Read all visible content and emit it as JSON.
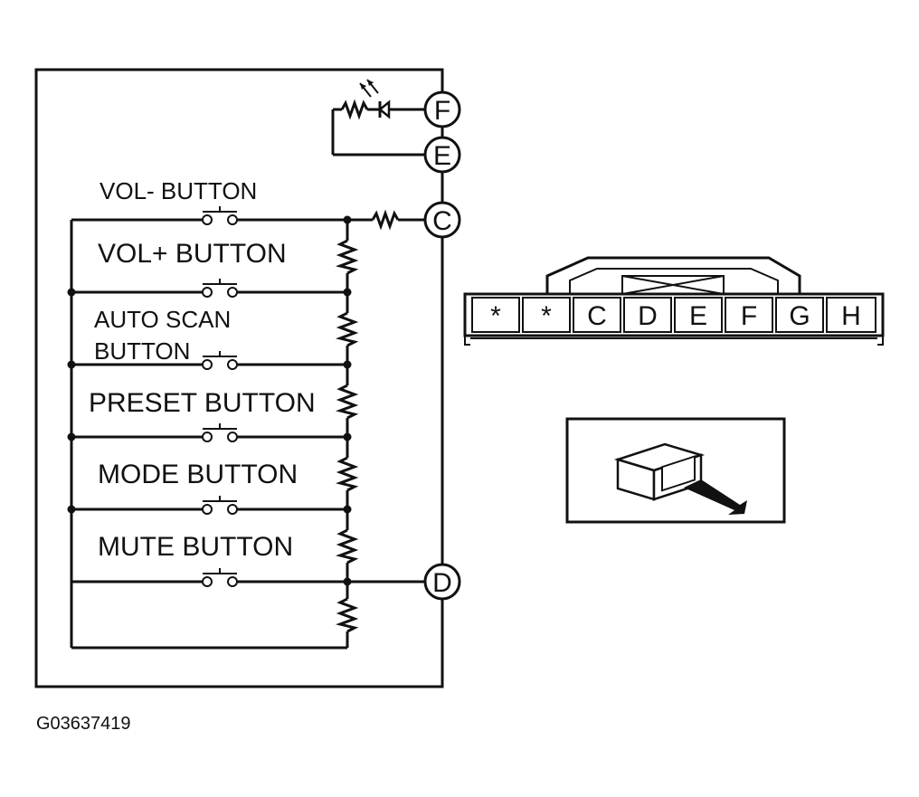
{
  "buttons": {
    "vol_minus": "VOL- BUTTON",
    "vol_plus": "VOL+ BUTTON",
    "auto_scan_line1": "AUTO SCAN",
    "auto_scan_line2": "BUTTON",
    "preset": "PRESET BUTTON",
    "mode": "MODE BUTTON",
    "mute": "MUTE BUTTON"
  },
  "terminals": {
    "f": "F",
    "e": "E",
    "c": "C",
    "d": "D"
  },
  "connector": {
    "pins": [
      "*",
      "*",
      "C",
      "D",
      "E",
      "F",
      "G",
      "H"
    ]
  },
  "figure_code": "G03637419"
}
